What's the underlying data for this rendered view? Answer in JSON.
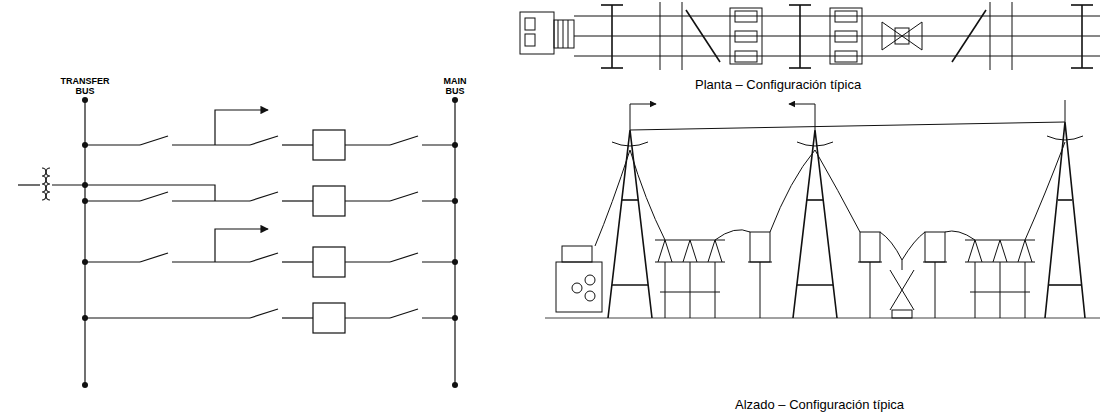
{
  "diagram": {
    "labels": [
      "TRANSFER BUS",
      "MAIN BUS",
      "Planta – Configuración típica",
      "Alzado – Configuración típica"
    ]
  }
}
